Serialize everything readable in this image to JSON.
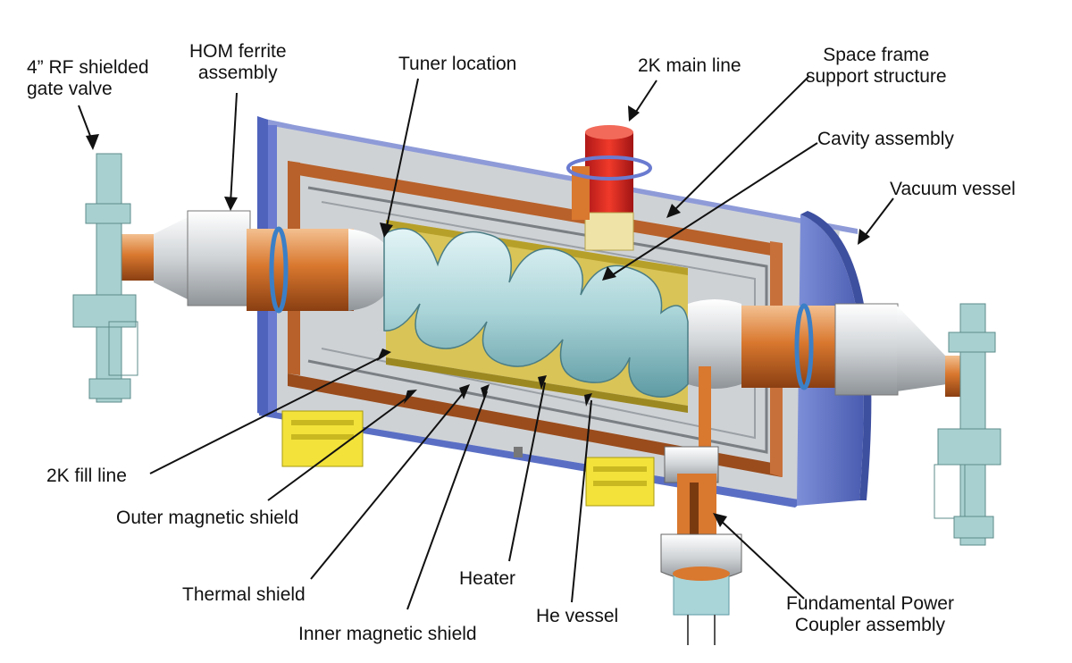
{
  "labels": {
    "gate_valve_1": "4” RF shielded",
    "gate_valve_2": "gate valve",
    "hom_1": "HOM ferrite",
    "hom_2": "assembly",
    "tuner": "Tuner location",
    "main_line": "2K main line",
    "space_frame_1": "Space frame",
    "space_frame_2": "support structure",
    "cavity": "Cavity assembly",
    "vacuum_vessel": "Vacuum vessel",
    "fill_line": "2K fill line",
    "outer_shield": "Outer magnetic shield",
    "thermal_shield": "Thermal shield",
    "inner_shield": "Inner magnetic shield",
    "heater": "Heater",
    "he_vessel": "He vessel",
    "coupler_1": "Fundamental Power",
    "coupler_2": "Coupler assembly"
  },
  "colors": {
    "vacuum_vessel": "#5a6fc4",
    "thermal_shield": "#b8612a",
    "cavity": "#a9d4d8",
    "he_vessel": "#d9c24a",
    "beam_pipe": "#d9782f",
    "main_line": "#e02a2a",
    "support": "#f2e23a",
    "gate_valve": "#a9d0d0"
  }
}
